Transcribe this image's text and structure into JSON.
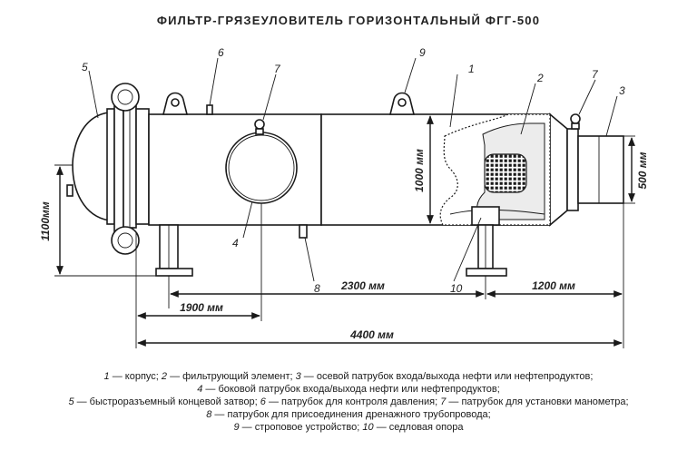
{
  "title": "ФИЛЬТР-ГРЯЗЕУЛОВИТЕЛЬ ГОРИЗОНТАЛЬНЫЙ ФГГ-500",
  "callouts": [
    "1",
    "2",
    "3",
    "4",
    "5",
    "6",
    "7",
    "7",
    "8",
    "9",
    "10"
  ],
  "dimensions": {
    "height_total": "1100мм",
    "body_dia": "1000 мм",
    "nozzle_dia": "500 мм",
    "len_2300": "2300 мм",
    "len_1200": "1200 мм",
    "len_1900": "1900 мм",
    "len_4400": "4400 мм"
  },
  "legend": [
    [
      {
        "n": "1",
        "t": " — корпус; "
      },
      {
        "n": "2",
        "t": " — фильтрующий элемент; "
      },
      {
        "n": "3",
        "t": " — осевой патрубок входа/выхода нефти или нефтепродуктов;"
      }
    ],
    [
      {
        "n": "4",
        "t": " — боковой патрубок входа/выхода нефти или нефтепродуктов;"
      }
    ],
    [
      {
        "n": "5",
        "t": " — быстроразъемный концевой затвор; "
      },
      {
        "n": "6",
        "t": " — патрубок для контроля давления; "
      },
      {
        "n": "7",
        "t": " — патрубок для установки манометра;"
      }
    ],
    [
      {
        "n": "8",
        "t": " — патрубок для присоединения дренажного трубопровода;"
      }
    ],
    [
      {
        "n": "9",
        "t": " — строповое устройство; "
      },
      {
        "n": "10",
        "t": " — седловая опора"
      }
    ]
  ]
}
